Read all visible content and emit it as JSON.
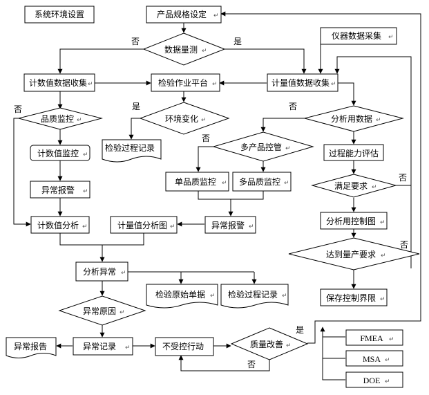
{
  "return_mark": "↵",
  "nodes": {
    "sys_env": "系统环境设置",
    "spec": "产品规格设定",
    "data_measure": "数据量测",
    "instrument": "仪器数据采集",
    "count_collect": "计数值数据收集",
    "platform": "检验作业平台",
    "measure_collect": "计量值数据收集",
    "quality_monitor": "品质监控",
    "env_change": "环境变化",
    "analysis_data": "分析用数据",
    "inspection_record_1": "检验过程记录",
    "multi_product": "多产品控管",
    "count_monitor": "计数值监控",
    "capability": "过程能力评估",
    "single_monitor": "单品质监控",
    "multi_monitor": "多品质监控",
    "meet_req": "满足要求",
    "alarm_1": "异常报警",
    "count_analysis": "计数值分析",
    "measure_chart": "计量值分析图",
    "alarm_2": "异常报警",
    "analysis_control": "分析用控制图",
    "mass_prod": "达到量产要求",
    "analysis_abnormal": "分析异常",
    "raw_receipt": "检验原始单据",
    "inspection_record_2": "检验过程记录",
    "save_limits": "保存控制界限",
    "abnormal_cause": "异常原因",
    "abnormal_report": "异常报告",
    "abnormal_record": "异常记录",
    "out_of_control": "不受控行动",
    "quality_improve": "质量改善",
    "fmea": "FMEA",
    "msa": "MSA",
    "doe": "DOE"
  },
  "branch_labels": {
    "no_1": "否",
    "yes_1": "是",
    "no_2": "否",
    "yes_2": "是",
    "no_3": "否",
    "no_4": "否",
    "no_5": "否",
    "no_6": "否",
    "yes_3": "是",
    "no_7": "否"
  }
}
